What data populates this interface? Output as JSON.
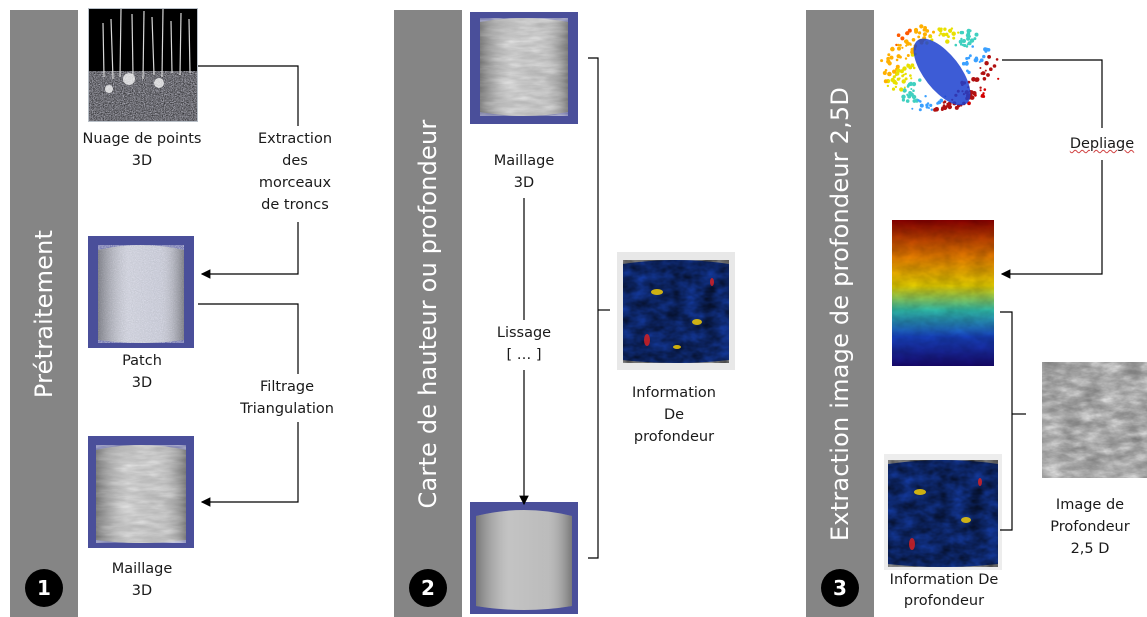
{
  "panels": [
    {
      "number": "1",
      "title": "Prétraitement"
    },
    {
      "number": "2",
      "title": "Carte de hauteur ou profondeur"
    },
    {
      "number": "3",
      "title": "Extraction image de profondeur  2,5D"
    }
  ],
  "labels": {
    "point_cloud": [
      "Nuage de points",
      "3D"
    ],
    "extraction": [
      "Extraction",
      "des",
      "morceaux",
      "de troncs"
    ],
    "patch": [
      "Patch",
      "3D"
    ],
    "filtering": [
      "Filtrage",
      "Triangulation"
    ],
    "mesh1": [
      "Maillage",
      "3D"
    ],
    "mesh2": [
      "Maillage",
      "3D"
    ],
    "smoothing": [
      "Lissage",
      "[ … ]"
    ],
    "depth_info": [
      "Information",
      "De",
      "profondeur"
    ],
    "unfolding": "Depliage",
    "depth_info2": [
      "Information De",
      "profondeur"
    ],
    "depth_image": [
      "Image de",
      "Profondeur",
      "2,5 D"
    ]
  },
  "colors": {
    "bar": "#858585",
    "frame": "#4a4f9a",
    "line": "#000000"
  }
}
